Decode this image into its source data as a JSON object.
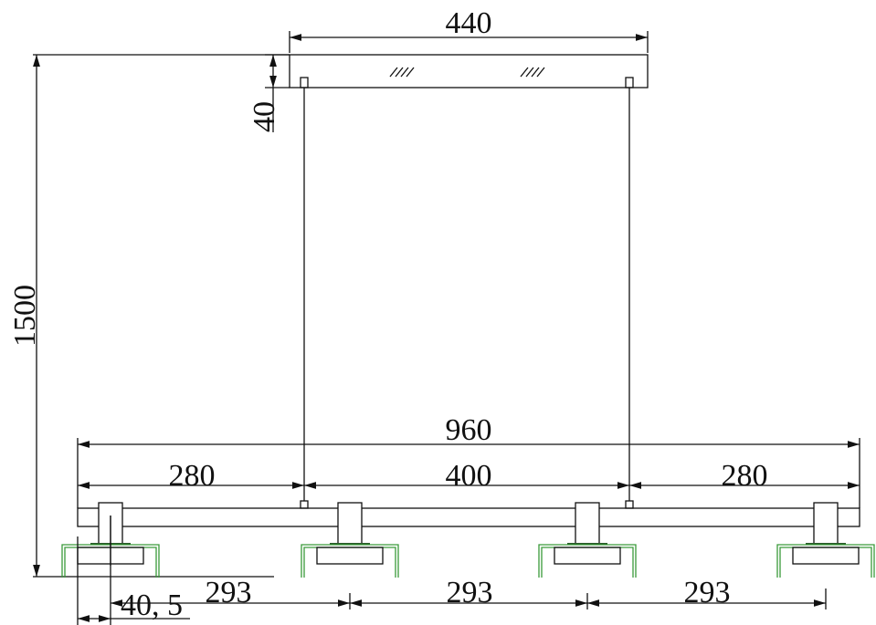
{
  "dimensions": {
    "canopy_width": "440",
    "canopy_height": "40",
    "total_height": "1500",
    "total_width": "960",
    "left_overhang": "280",
    "suspension_spacing": "400",
    "right_overhang": "280",
    "head_offset": "40, 5",
    "head_spacing_1": "293",
    "head_spacing_2": "293",
    "head_spacing_3": "293"
  },
  "colors": {
    "lines": "#111111",
    "shade": "#3a9a3a"
  }
}
